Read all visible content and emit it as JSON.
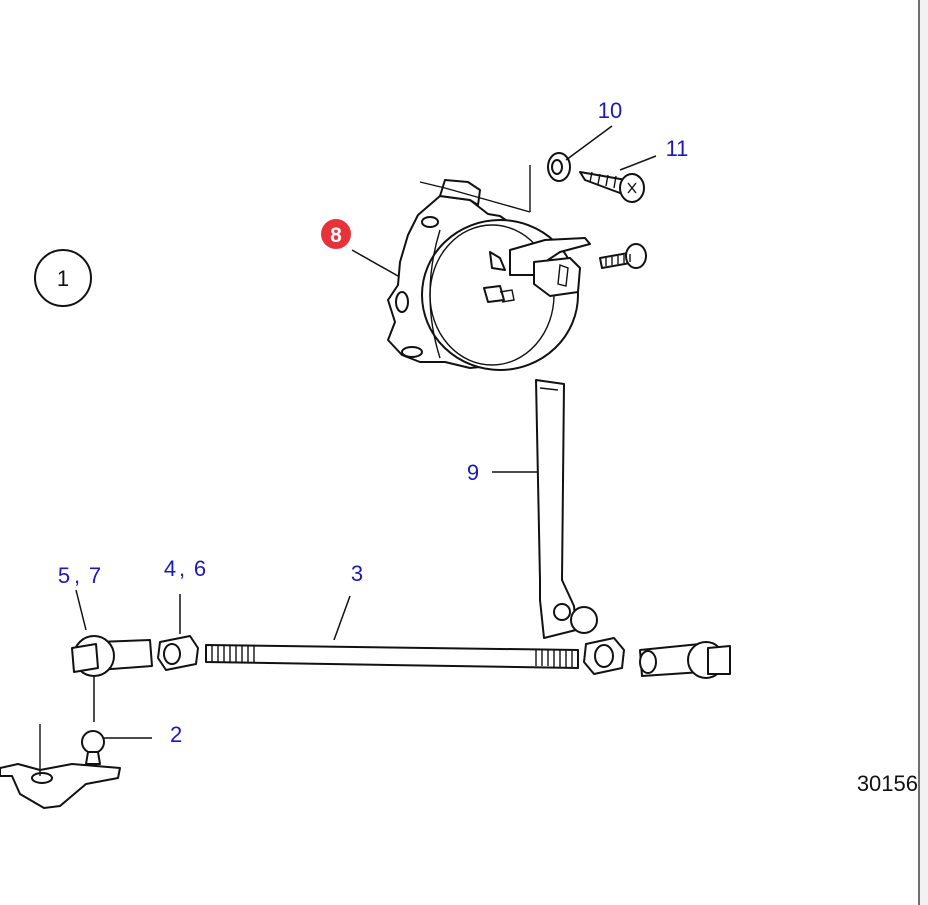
{
  "diagram": {
    "figure_number": "30156",
    "group_marker": "1",
    "callouts": {
      "c2": "2",
      "c3": "3",
      "c4_6": "4",
      "c4_6b": "6",
      "c5_7": "5",
      "c5_7b": "7",
      "c8": "8",
      "c9": "9",
      "c10": "10",
      "c11": "11",
      "sep": ","
    },
    "colors": {
      "callout_text": "#1a1ab4",
      "highlight_badge": "#e8323a",
      "line": "#111111"
    }
  }
}
